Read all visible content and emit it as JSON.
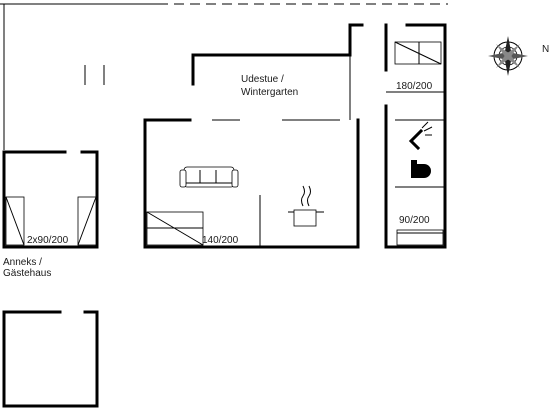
{
  "labels": {
    "sunroom_line1": "Udestue /",
    "sunroom_line2": "Wintergarten",
    "bed_master": "180/200",
    "bed_single": "90/200",
    "bed_double": "140/200",
    "bed_annex": "2x90/200",
    "annex_line1": "Anneks /",
    "annex_line2": "Gästehaus"
  },
  "compass": {
    "direction": "N"
  },
  "colors": {
    "wall": "#000000",
    "background": "#ffffff"
  }
}
